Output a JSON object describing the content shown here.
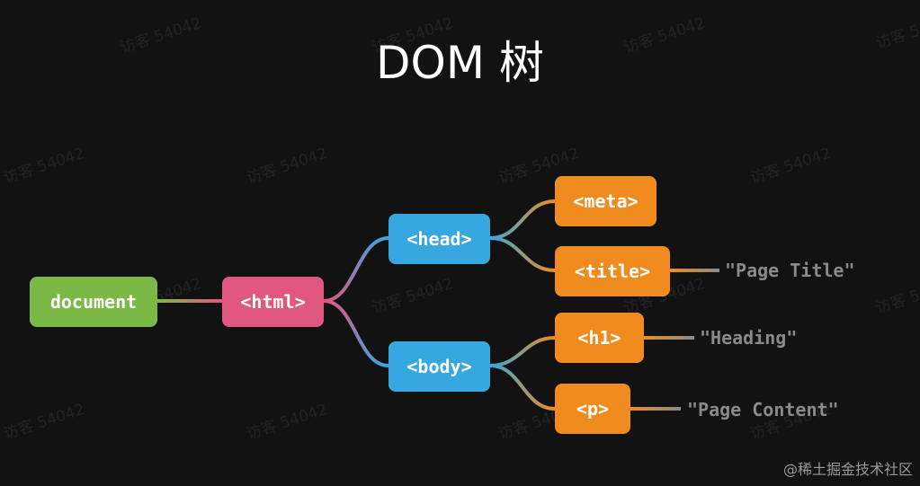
{
  "title": "DOM 树",
  "nodes": {
    "document": {
      "label": "document",
      "color": "#7bb846"
    },
    "html": {
      "label": "<html>",
      "color": "#e0587f"
    },
    "head": {
      "label": "<head>",
      "color": "#37a7e0"
    },
    "body": {
      "label": "<body>",
      "color": "#37a7e0"
    },
    "meta": {
      "label": "<meta>",
      "color": "#f08c1f"
    },
    "title_tag": {
      "label": "<title>",
      "color": "#f08c1f"
    },
    "h1": {
      "label": "<h1>",
      "color": "#f08c1f"
    },
    "p": {
      "label": "<p>",
      "color": "#f08c1f"
    }
  },
  "text_nodes": {
    "page_title": "\"Page Title\"",
    "heading": "\"Heading\"",
    "page_content": "\"Page Content\""
  },
  "background_watermark": "访客 54042",
  "footer_watermark": "@稀土掘金技术社区",
  "colors": {
    "background": "#121212",
    "text_node": "#8a8a8a"
  }
}
